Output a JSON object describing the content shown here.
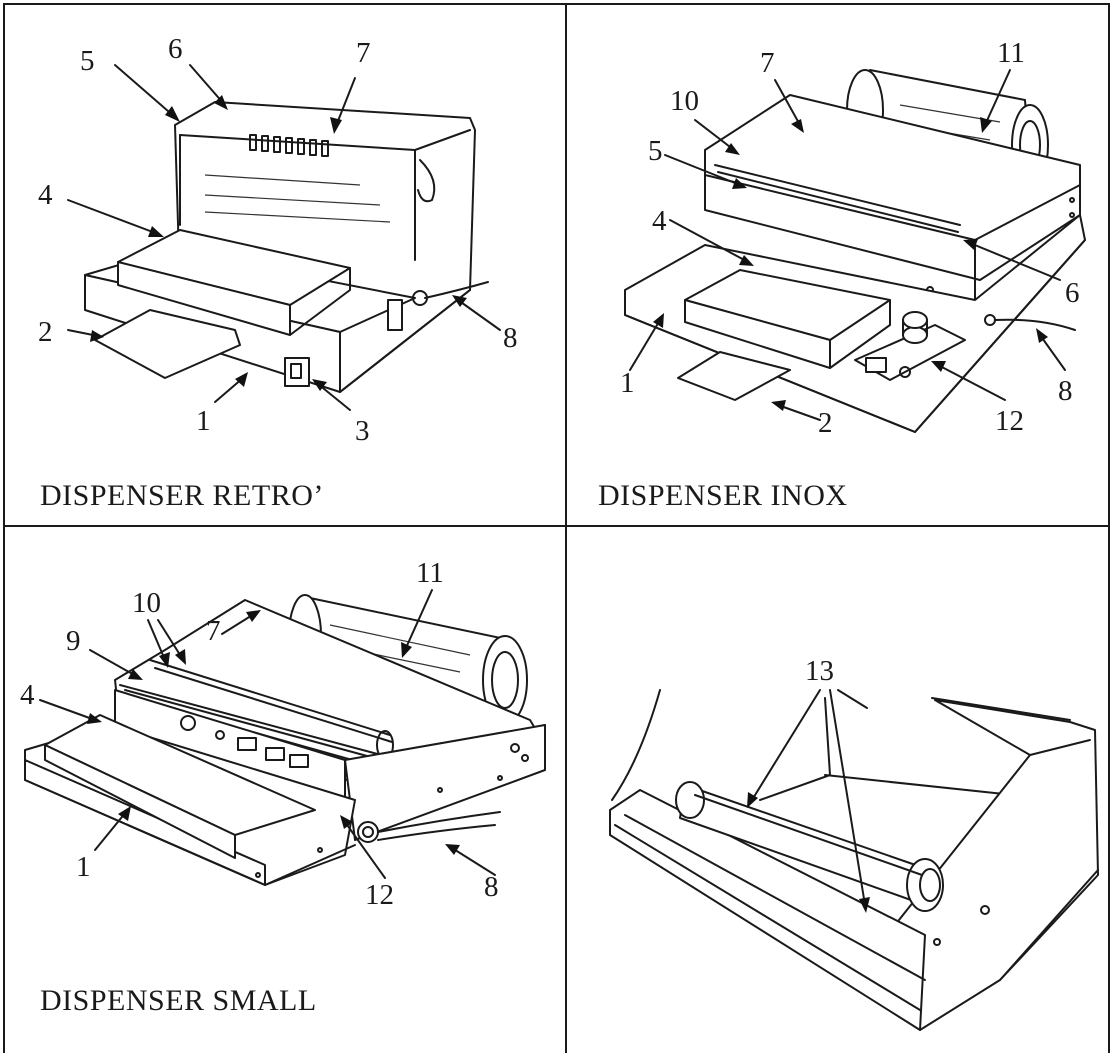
{
  "panels": {
    "retro": {
      "caption": "DISPENSER  RETRO’",
      "labels": [
        "5",
        "6",
        "7",
        "4",
        "2",
        "1",
        "3",
        "8"
      ]
    },
    "inox": {
      "caption": "DISPENSER  INOX",
      "labels": [
        "11",
        "10",
        "7",
        "5",
        "4",
        "1",
        "2",
        "12",
        "8",
        "6"
      ]
    },
    "small": {
      "caption": "DISPENSER  SMALL",
      "labels": [
        "11",
        "10",
        "7",
        "9",
        "4",
        "1",
        "12",
        "8"
      ]
    },
    "rollers": {
      "caption": "",
      "labels": [
        "13"
      ]
    }
  },
  "icons": [
    "arrow-pointer-icon"
  ]
}
